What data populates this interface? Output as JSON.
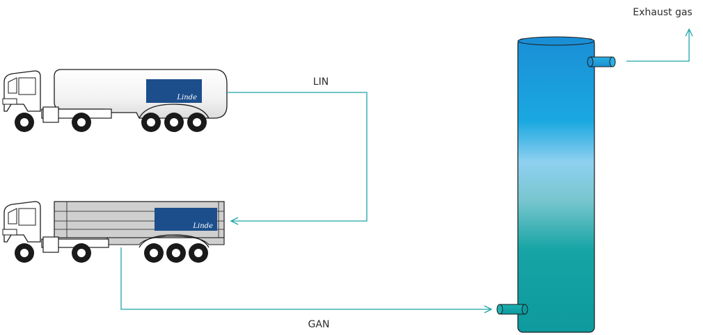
{
  "labels": {
    "exhaust": "Exhaust gas",
    "lin": "LIN",
    "gan": "GAN"
  },
  "trucks": {
    "tanker_logo": "Linde",
    "trailer_logo": "Linde"
  },
  "colors": {
    "flow_line": "#1aa3a8",
    "column_top": "#1a98d8",
    "column_mid": "#8ccbea",
    "column_bottom": "#0e9aa0",
    "logo_panel": "#1c4e8c",
    "outline": "#1a1a1a",
    "trailer_fill": "#cfcfcf"
  }
}
